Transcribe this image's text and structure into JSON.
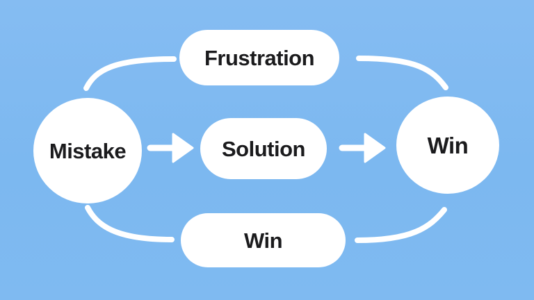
{
  "title": "Mistake to Win flow diagram",
  "colors": {
    "background": "#7cb8f0",
    "background_top": "#85bcf2",
    "background_bottom": "#7fbaf1",
    "node_fill": "#ffffff",
    "connector": "#ffffff",
    "text": "#1b1b1d"
  },
  "diagram": {
    "type": "flowchart",
    "nodes": [
      {
        "id": "mistake",
        "label": "Mistake",
        "shape": "circle"
      },
      {
        "id": "frustration",
        "label": "Frustration",
        "shape": "pill"
      },
      {
        "id": "solution",
        "label": "Solution",
        "shape": "pill"
      },
      {
        "id": "win",
        "label": "Win",
        "shape": "circle"
      },
      {
        "id": "win-alt",
        "label": "Win",
        "shape": "pill"
      }
    ],
    "edges": [
      {
        "from": "mistake",
        "to": "frustration",
        "style": "curved-line"
      },
      {
        "from": "frustration",
        "to": "win",
        "style": "curved-line"
      },
      {
        "from": "mistake",
        "to": "solution",
        "style": "arrow"
      },
      {
        "from": "solution",
        "to": "win",
        "style": "arrow"
      },
      {
        "from": "mistake",
        "to": "win-alt",
        "style": "curved-line"
      },
      {
        "from": "win-alt",
        "to": "win",
        "style": "curved-line"
      }
    ]
  }
}
